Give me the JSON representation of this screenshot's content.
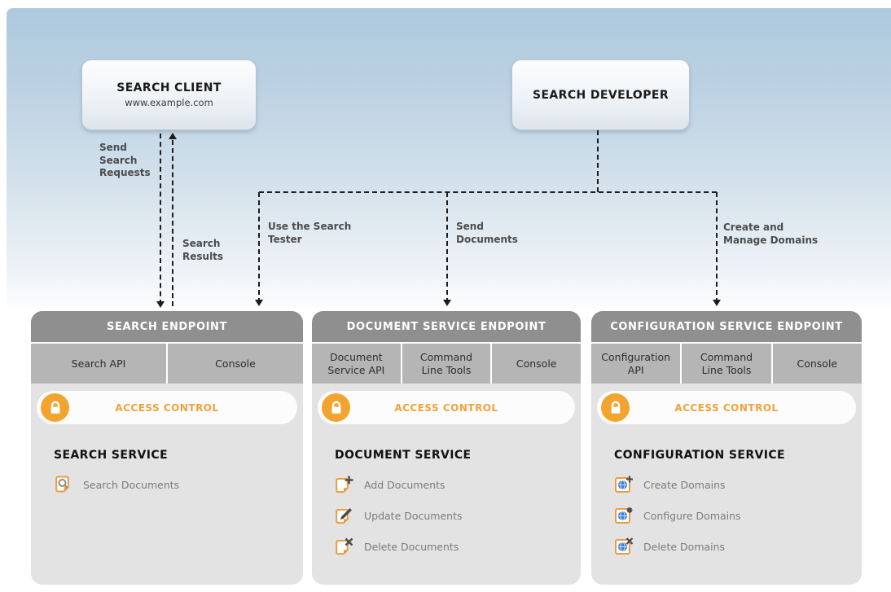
{
  "actors": {
    "client": {
      "title": "SEARCH CLIENT",
      "subtitle": "www.example.com"
    },
    "developer": {
      "title": "SEARCH DEVELOPER"
    }
  },
  "connectors": {
    "send_search_requests": "Send Search Requests",
    "search_results": "Search Results",
    "use_search_tester": "Use the Search Tester",
    "send_documents": "Send Documents",
    "create_manage_domains": "Create and Manage Domains"
  },
  "panels": [
    {
      "header": "SEARCH ENDPOINT",
      "tabs": [
        {
          "label": "Search API"
        },
        {
          "label": "Console"
        }
      ],
      "access_control": "ACCESS CONTROL",
      "service_title": "SEARCH SERVICE",
      "items": [
        {
          "icon": "document-search-icon",
          "label": "Search Documents"
        }
      ]
    },
    {
      "header": "DOCUMENT SERVICE ENDPOINT",
      "tabs": [
        {
          "label": "Document Service API"
        },
        {
          "label": "Command Line Tools"
        },
        {
          "label": "Console"
        }
      ],
      "access_control": "ACCESS CONTROL",
      "service_title": "DOCUMENT SERVICE",
      "items": [
        {
          "icon": "document-add-icon",
          "label": "Add Documents"
        },
        {
          "icon": "document-update-icon",
          "label": "Update Documents"
        },
        {
          "icon": "document-delete-icon",
          "label": "Delete Documents"
        }
      ]
    },
    {
      "header": "CONFIGURATION SERVICE ENDPOINT",
      "tabs": [
        {
          "label": "Configuration API"
        },
        {
          "label": "Command Line Tools"
        },
        {
          "label": "Console"
        }
      ],
      "access_control": "ACCESS CONTROL",
      "service_title": "CONFIGURATION SERVICE",
      "items": [
        {
          "icon": "domain-create-icon",
          "label": "Create Domains"
        },
        {
          "icon": "domain-configure-icon",
          "label": "Configure Domains"
        },
        {
          "icon": "domain-delete-icon",
          "label": "Delete Domains"
        }
      ]
    }
  ],
  "icons": {
    "lock-icon": "padlock in orange circle",
    "document-search-icon": "document page with magnifier",
    "document-add-icon": "document page with plus",
    "document-update-icon": "document page with pencil",
    "document-delete-icon": "document page with x",
    "domain-create-icon": "globe with plus",
    "domain-configure-icon": "globe with gear",
    "domain-delete-icon": "globe with x",
    "arrowhead": "black triangle on dashed connector"
  },
  "colors": {
    "accent_orange": "#f3a42e",
    "header_gray": "#8f8f8f",
    "tab_gray": "#b5b5b5",
    "panel_gray": "#e3e3e3",
    "sky_blue_top": "#adc9dd",
    "connector_black": "#1c1c1c",
    "globe_blue": "#3f7fd2"
  }
}
